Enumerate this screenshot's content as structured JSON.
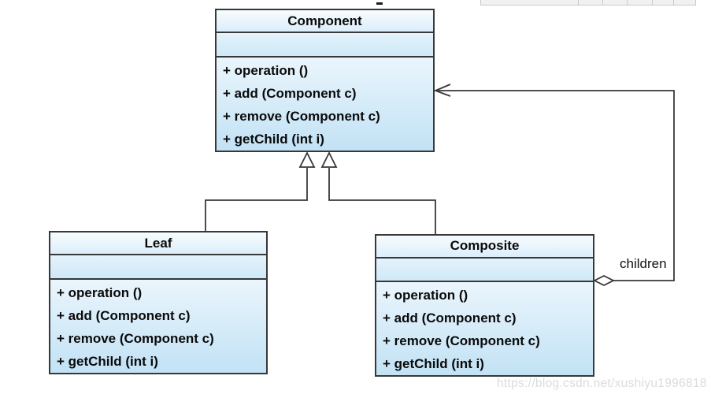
{
  "diagram": {
    "pattern": "Composite",
    "classes": [
      {
        "name": "Component",
        "attributes": "",
        "methods": [
          "+ operation ()",
          "+ add (Component c)",
          "+ remove (Component c)",
          "+ getChild (int i)"
        ]
      },
      {
        "name": "Leaf",
        "attributes": "",
        "methods": [
          "+ operation ()",
          "+ add (Component c)",
          "+ remove (Component c)",
          "+ getChild (int i)"
        ]
      },
      {
        "name": "Composite",
        "attributes": "",
        "methods": [
          "+ operation ()",
          "+ add (Component c)",
          "+ remove (Component c)",
          "+ getChild (int i)"
        ]
      }
    ],
    "relationships": [
      {
        "type": "inheritance",
        "from": "Leaf",
        "to": "Component",
        "label": ""
      },
      {
        "type": "inheritance",
        "from": "Composite",
        "to": "Component",
        "label": ""
      },
      {
        "type": "aggregation",
        "from": "Composite",
        "to": "Component",
        "label": "children"
      }
    ],
    "watermark": "https://blog.csdn.net/xushiyu1996818",
    "colors": {
      "box_border": "#383838",
      "box_fill_light": "#f7fcfe",
      "box_fill_blue": "#c2e2f5",
      "connector": "#383838",
      "text": "#0a0a0a",
      "watermark": "#d9dcde"
    }
  }
}
